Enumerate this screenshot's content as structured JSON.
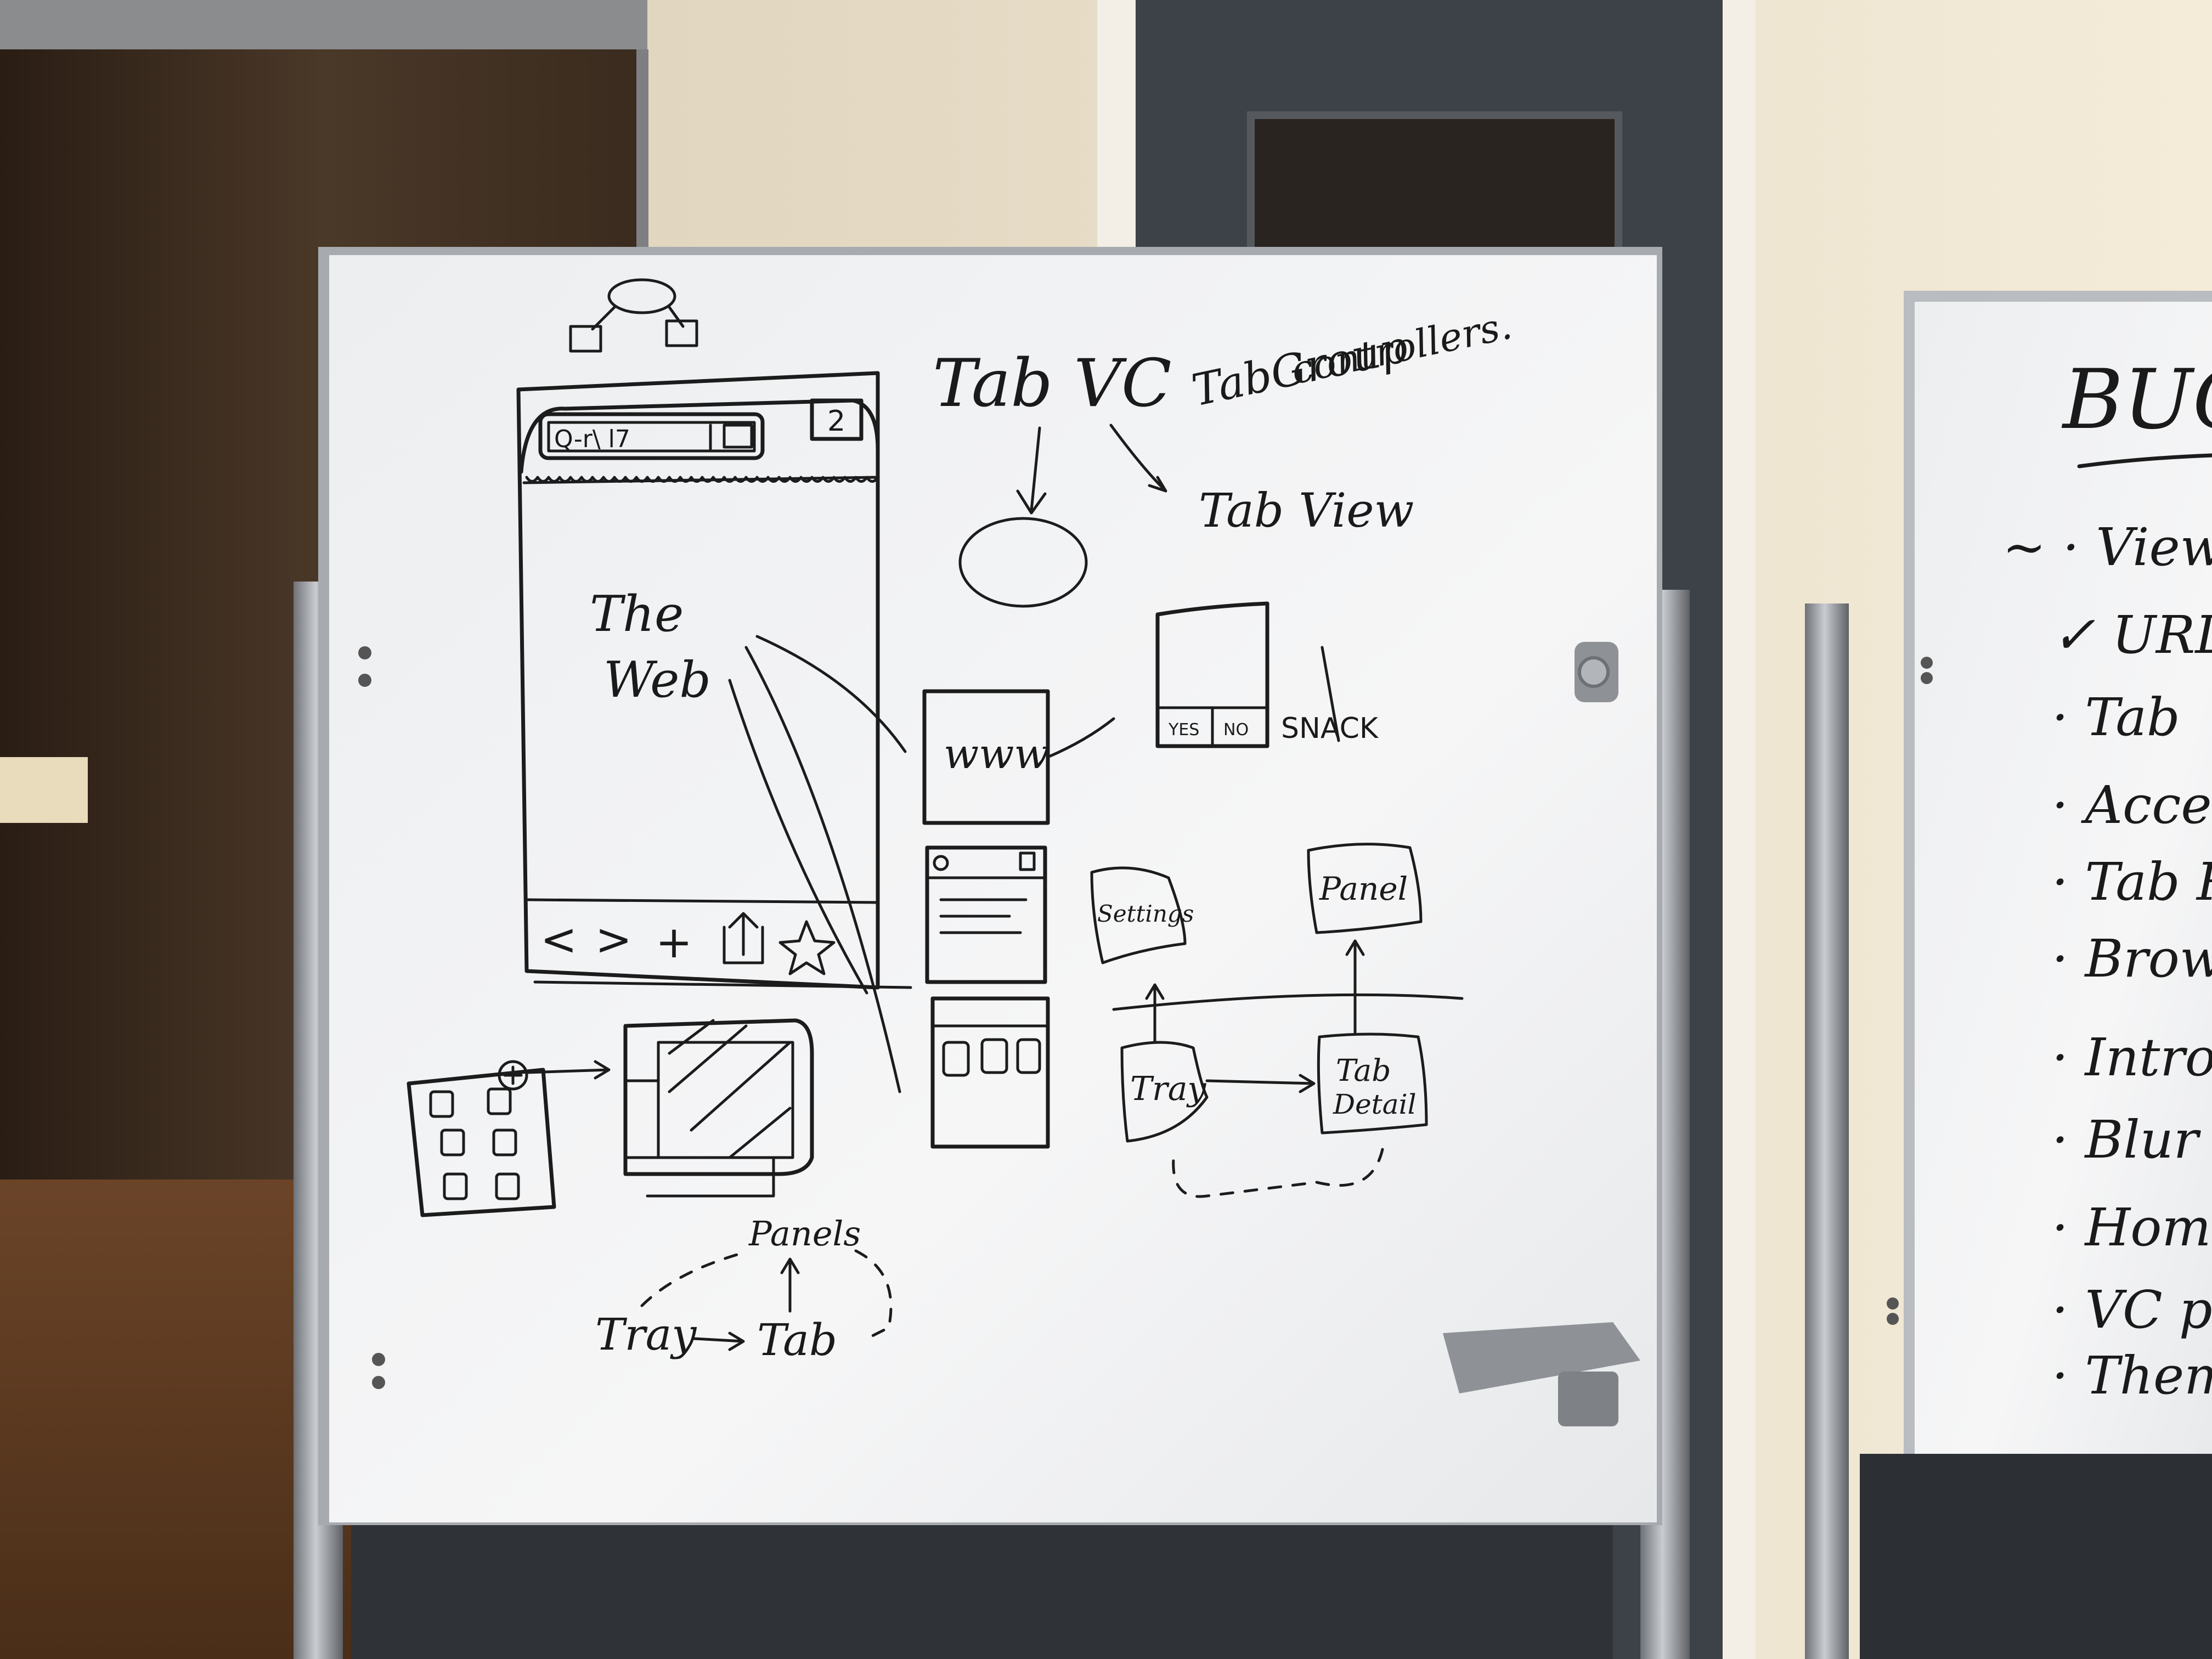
{
  "whiteboard_main": {
    "heading_tab_vc": "Tab VC",
    "heading_tab_group": "TabGroup",
    "heading_controllers": "controllers.",
    "label_tab_view": "Tab View",
    "label_the": "The",
    "label_web": "Web",
    "label_www": "www",
    "label_snack": "SNACK",
    "snack_yes": "YES",
    "snack_no": "NO",
    "label_settings": "Settings",
    "label_panel": "Panel",
    "label_tray": "Tray",
    "label_tab_detail_1": "Tab",
    "label_tab_detail_2": "Detail",
    "label_panels": "Panels",
    "flow_tray": "Tray",
    "flow_tab": "Tab",
    "url_bar_text": "Q-r\\ l7",
    "tab_count": "2",
    "toolbar_glyphs": [
      "<",
      ">",
      "+"
    ]
  },
  "whiteboard_right": {
    "title": "BUG",
    "items": [
      "~ · View",
      "✓ URLB",
      "· Tab",
      "· Accessi",
      "· Tab R",
      "· Browse",
      "· Intro",
      "· Blur",
      "· Home",
      "· VC p",
      "· Themin"
    ]
  },
  "colors": {
    "wall": "#efe8d8",
    "board": "#f2f3f4",
    "ink": "#1c1c1c",
    "frame": "#9ea1a5",
    "door": "#3c4248",
    "floor": "#5a3a22"
  }
}
